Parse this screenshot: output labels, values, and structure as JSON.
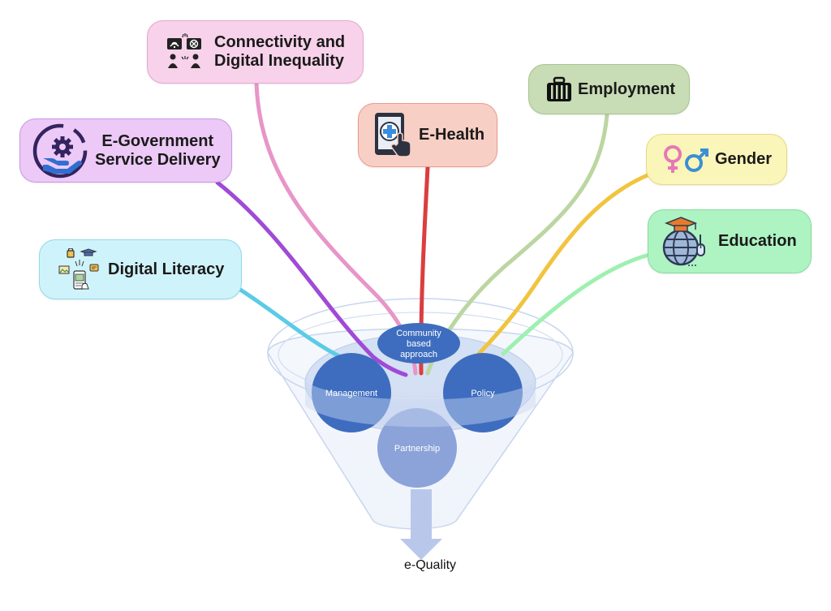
{
  "categories": {
    "connectivity": {
      "label": "Connectivity and Digital Inequality",
      "line1": "Connectivity and",
      "line2": "Digital Inequality",
      "color": "#f7d2ea",
      "line_color": "#e895c8",
      "icon": "connectivity-people-icon"
    },
    "egov": {
      "label": "E-Government Service Delivery",
      "line1": "E-Government",
      "line2": "Service Delivery",
      "color": "#ecc9f7",
      "line_color": "#a04ad6",
      "icon": "hand-gear-icon"
    },
    "ehealth": {
      "label": "E-Health",
      "color": "#f8cfc5",
      "line_color": "#db3e3e",
      "icon": "tablet-medical-cross-icon"
    },
    "employment": {
      "label": "Employment",
      "color": "#c8dcb5",
      "line_color": "#bcd6a2",
      "icon": "briefcase-icon"
    },
    "gender": {
      "label": "Gender",
      "color": "#faf5b8",
      "line_color": "#f1c43f",
      "icon": "gender-symbols-icon"
    },
    "education": {
      "label": "Education",
      "color": "#aef3c2",
      "line_color": "#9ef0b0",
      "icon": "globe-graduation-cap-icon"
    },
    "literacy": {
      "label": "Digital Literacy",
      "color": "#cff3fa",
      "line_color": "#5bcbe6",
      "icon": "digital-literacy-icon"
    }
  },
  "funnel": {
    "circles": {
      "community": {
        "line1": "Community",
        "line2": "based",
        "line3": "approach"
      },
      "management": "Management",
      "policy": "Policy",
      "partnership": "Partnership"
    },
    "colors": {
      "circle_dark": "#3e6dbf",
      "circle_light": "#8ba3d9",
      "funnel_fill": "#d8e4f5",
      "arrow": "#b9c8ea"
    }
  },
  "output": {
    "label": "e-Quality"
  }
}
